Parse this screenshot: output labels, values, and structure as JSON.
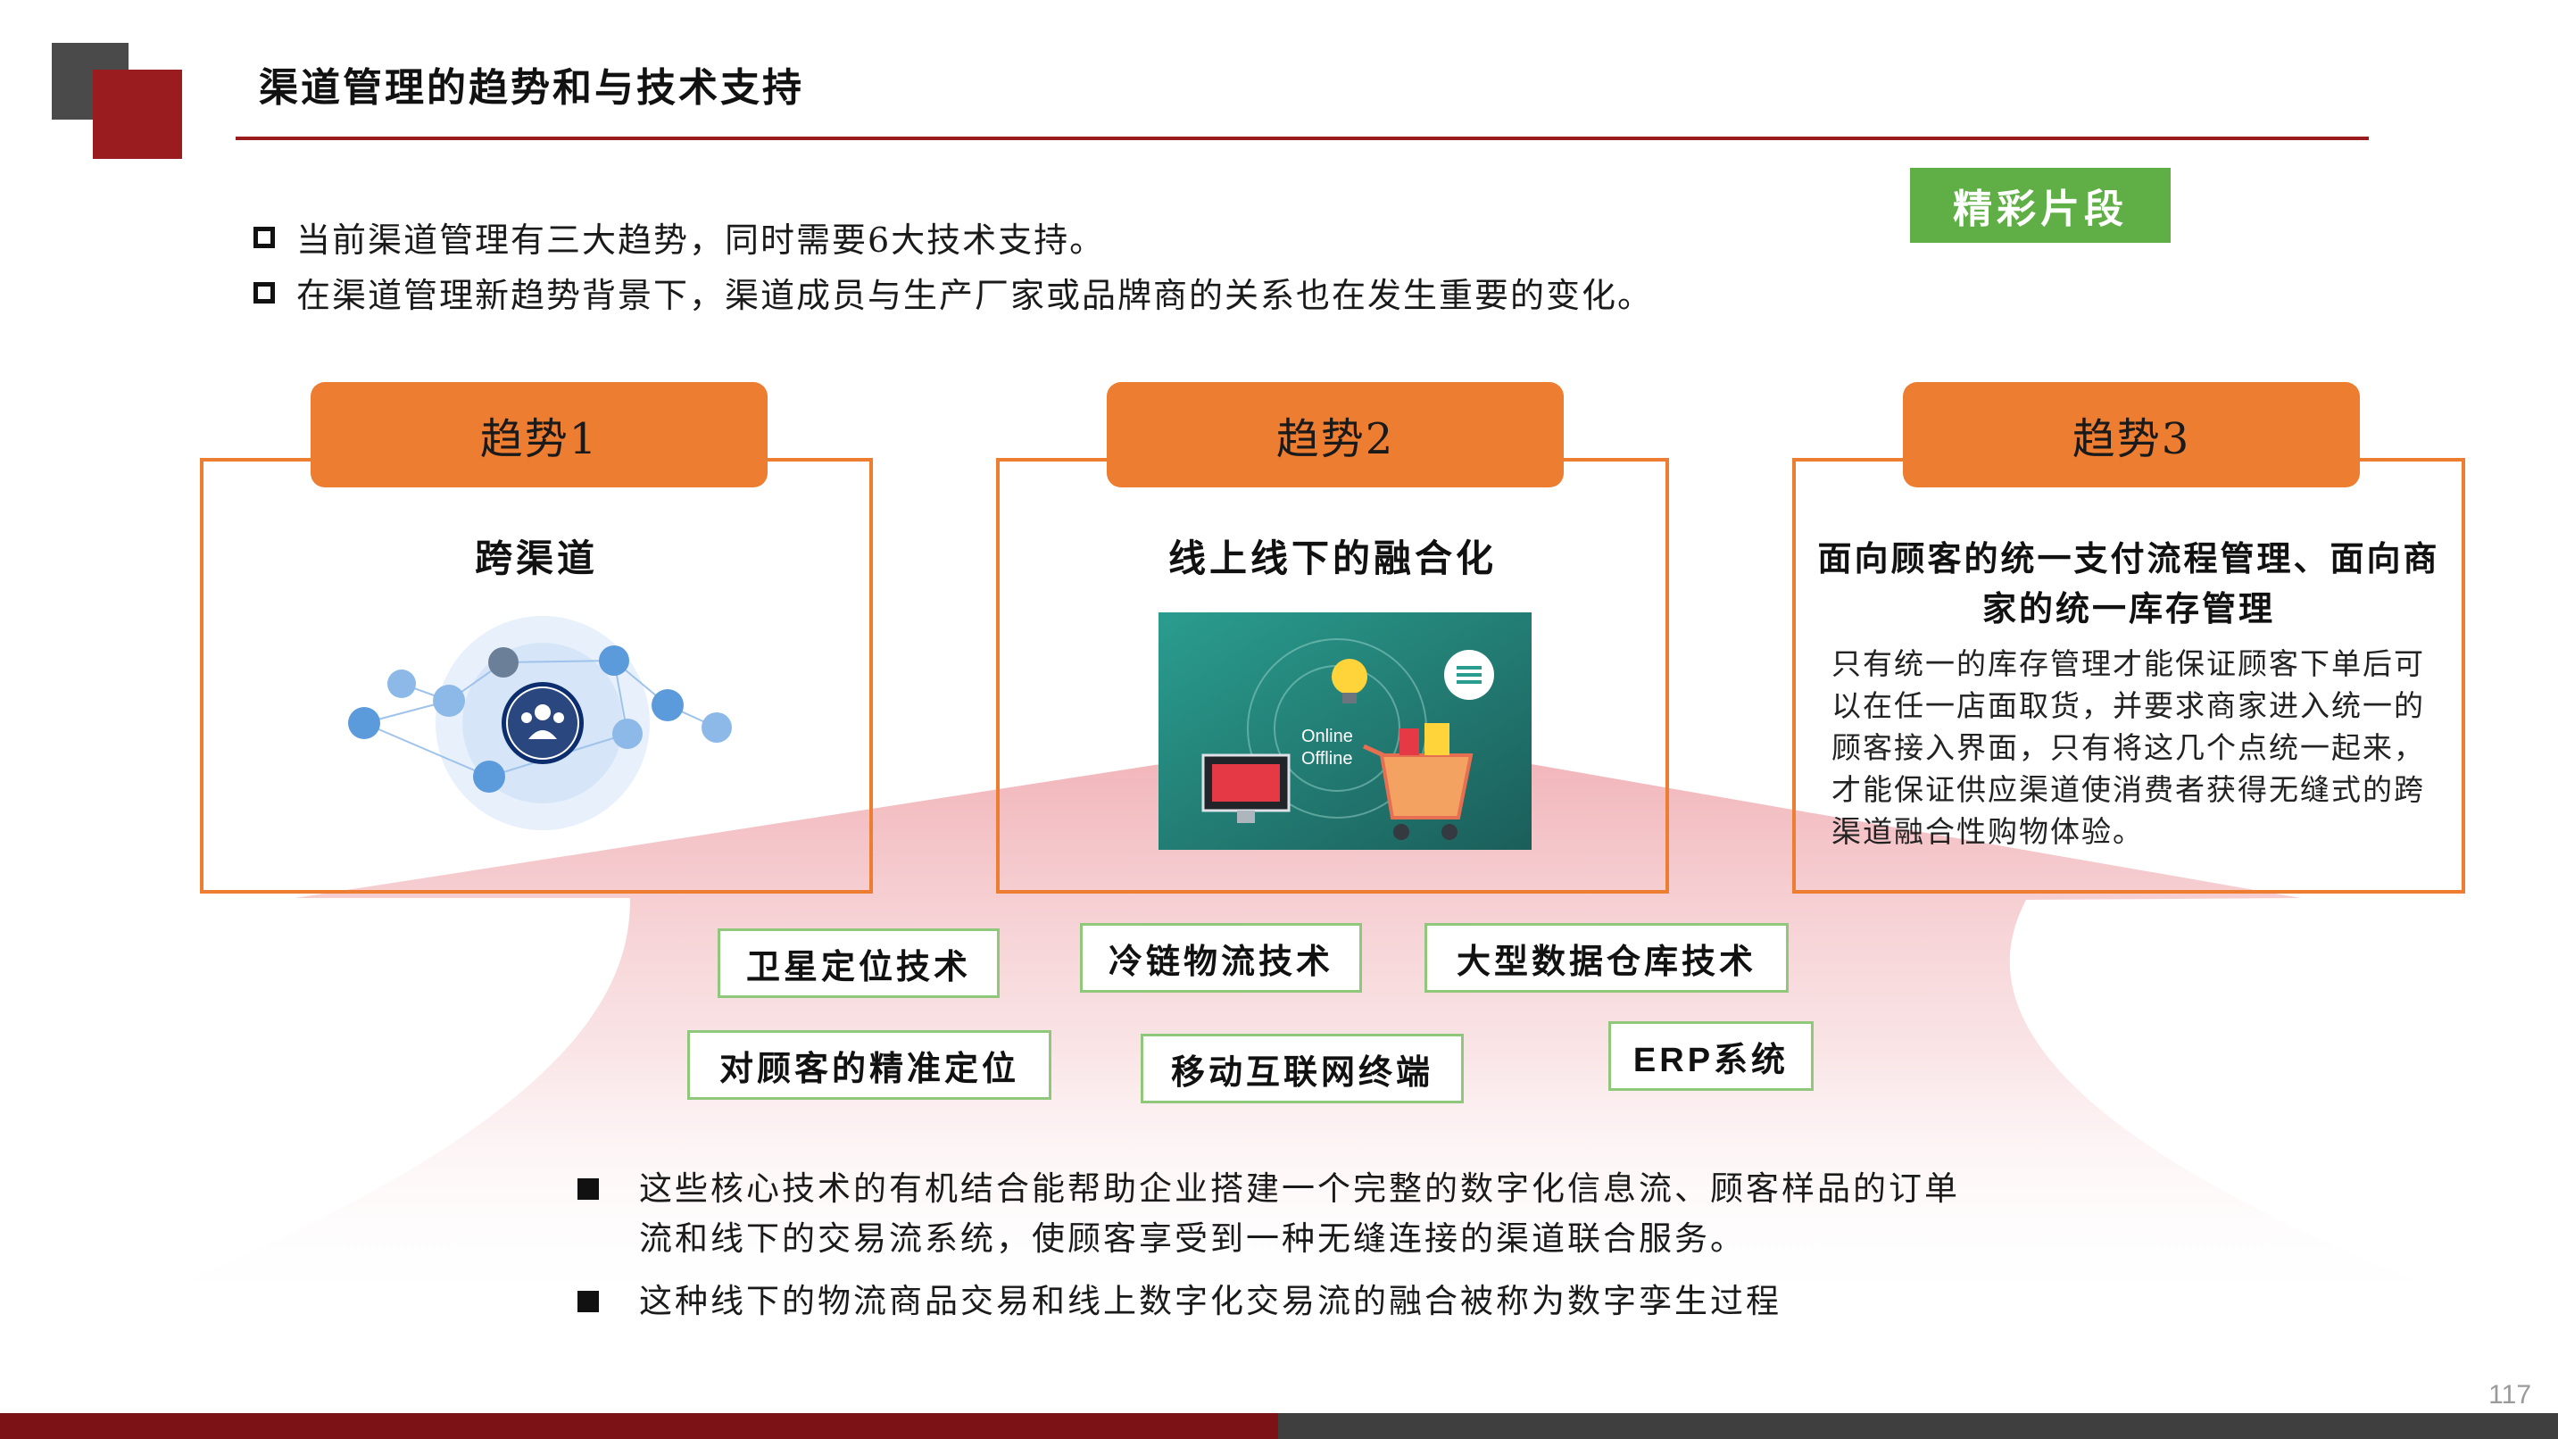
{
  "header": {
    "title": "渠道管理的趋势和与技术支持",
    "badge": "精彩片段"
  },
  "intro_bullets": [
    "当前渠道管理有三大趋势，同时需要6大技术支持。",
    "在渠道管理新趋势背景下，渠道成员与生产厂家或品牌商的关系也在发生重要的变化。"
  ],
  "trends": [
    {
      "tab": "趋势1",
      "heading": "跨渠道"
    },
    {
      "tab": "趋势2",
      "heading": "线上线下的融合化",
      "image_text": [
        "Online",
        "Offline"
      ]
    },
    {
      "tab": "趋势3",
      "heading": "面向顾客的统一支付流程管理、面向商家的统一库存管理",
      "description": "只有统一的库存管理才能保证顾客下单后可以在任一店面取货，并要求商家进入统一的顾客接入界面，只有将这几个点统一起来，才能保证供应渠道使消费者获得无缝式的跨渠道融合性购物体验。"
    }
  ],
  "tech_tags": [
    "卫星定位技术",
    "冷链物流技术",
    "大型数据仓库技术",
    "对顾客的精准定位",
    "移动互联网终端",
    "ERP系统"
  ],
  "bottom_bullets": [
    "这些核心技术的有机结合能帮助企业搭建一个完整的数字化信息流、顾客样品的订单流和线下的交易流系统，使顾客享受到一种无缝连接的渠道联合服务。",
    "这种线下的物流商品交易和线上数字化交易流的融合被称为数字孪生过程"
  ],
  "page_number": "117",
  "colors": {
    "accent_red": "#9b1c1f",
    "trend_orange": "#ed7d31",
    "badge_green": "#5fae46",
    "tag_border_green": "#8fc87a",
    "fan_pink": "#f3c6c9"
  },
  "icons": [
    "people-group-icon",
    "network-node-icon",
    "shopping-cart-icon",
    "light-bulb-icon",
    "chat-bubble-icon",
    "monitor-icon"
  ]
}
